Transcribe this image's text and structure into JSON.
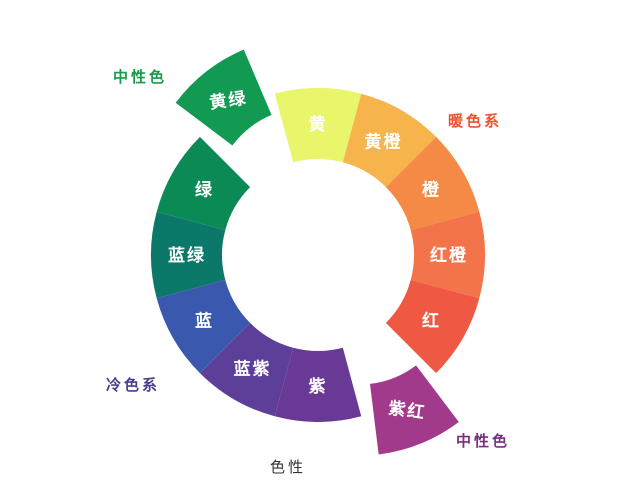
{
  "segments": [
    {
      "label": "黄",
      "color": "#e9f66c",
      "offset": false
    },
    {
      "label": "黄橙",
      "color": "#f7b34c",
      "offset": false
    },
    {
      "label": "橙",
      "color": "#f48a45",
      "offset": false
    },
    {
      "label": "红橙",
      "color": "#f3744b",
      "offset": false
    },
    {
      "label": "红",
      "color": "#ef5944",
      "offset": false
    },
    {
      "label": "紫红",
      "color": "#a23a8c",
      "offset": true
    },
    {
      "label": "紫",
      "color": "#693a95",
      "offset": false
    },
    {
      "label": "蓝紫",
      "color": "#5d3f9a",
      "offset": false
    },
    {
      "label": "蓝",
      "color": "#3a58ae",
      "offset": false
    },
    {
      "label": "蓝绿",
      "color": "#0c7869",
      "offset": false
    },
    {
      "label": "绿",
      "color": "#0c8a56",
      "offset": false
    },
    {
      "label": "黄绿",
      "color": "#139a52",
      "offset": true
    }
  ],
  "group_labels": {
    "neutral_top": {
      "text": "中性色",
      "color": "#1a9a4a"
    },
    "warm": {
      "text": "暖色系",
      "color": "#e8542c"
    },
    "cool": {
      "text": "冷色系",
      "color": "#4a3f8a"
    },
    "neutral_bottom": {
      "text": "中性色",
      "color": "#7a2f7f"
    },
    "caption": {
      "text": "色性",
      "color": "#333333"
    }
  }
}
